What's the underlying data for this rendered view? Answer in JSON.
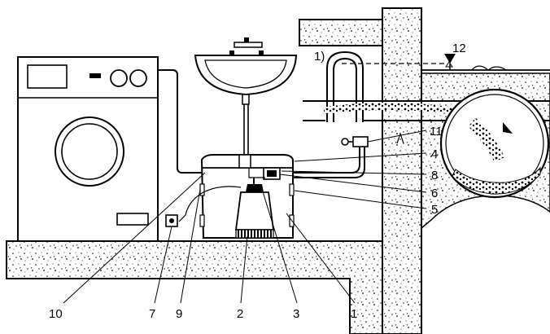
{
  "labels": {
    "n1": "1",
    "n2": "2",
    "n3": "3",
    "n4": "4",
    "n5": "5",
    "n6": "6",
    "n7": "7",
    "n8": "8",
    "n9": "9",
    "n10": "10",
    "n11": "11",
    "n12": "12",
    "note": "1)"
  },
  "colors": {
    "ink": "#000000",
    "paper": "#ffffff",
    "concrete": "#e6e6e6"
  }
}
